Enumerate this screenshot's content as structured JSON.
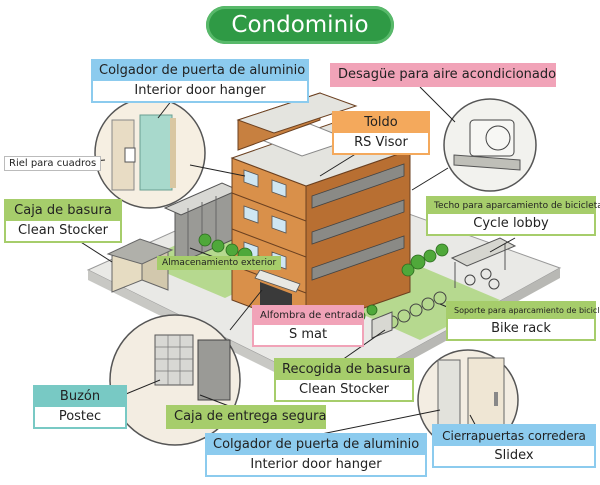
{
  "title": "Condominio",
  "labels": {
    "colgador_top": {
      "es": "Colgador de puerta de aluminio",
      "en": "Interior door hanger"
    },
    "desague": {
      "es": "Desagüe para aire acondicionado"
    },
    "toldo": {
      "es": "Toldo",
      "en": "RS Visor"
    },
    "riel": {
      "es": "Riel para cuadros"
    },
    "caja_basura": {
      "es": "Caja de basura",
      "en": "Clean Stocker"
    },
    "techo_bici": {
      "es": "Techo para aparcamiento de bicicletas",
      "en": "Cycle lobby"
    },
    "almacenamiento": {
      "es": "Almacenamiento exterior"
    },
    "alfombra": {
      "es": "Alfombra de entrada",
      "en": "S mat"
    },
    "soporte_bici": {
      "es": "Soporte para aparcamiento de bicicletas",
      "en": "Bike rack"
    },
    "recogida": {
      "es": "Recogida de basura",
      "en": "Clean Stocker"
    },
    "buzon": {
      "es": "Buzón",
      "en": "Postec"
    },
    "caja_entrega": {
      "es": "Caja de entrega segura"
    },
    "colgador_bottom": {
      "es": "Colgador de puerta de aluminio",
      "en": "Interior door hanger"
    },
    "cierrapuertas": {
      "es": "Cierrapuertas corredera",
      "en": "Slidex"
    }
  },
  "colors": {
    "title_green": "#2f9a45",
    "blue": "#8ccbee",
    "pink": "#f1a3b8",
    "orange": "#f4a95c",
    "green": "#a6cd6b",
    "teal": "#78c9c4",
    "building": "#d9904a"
  }
}
